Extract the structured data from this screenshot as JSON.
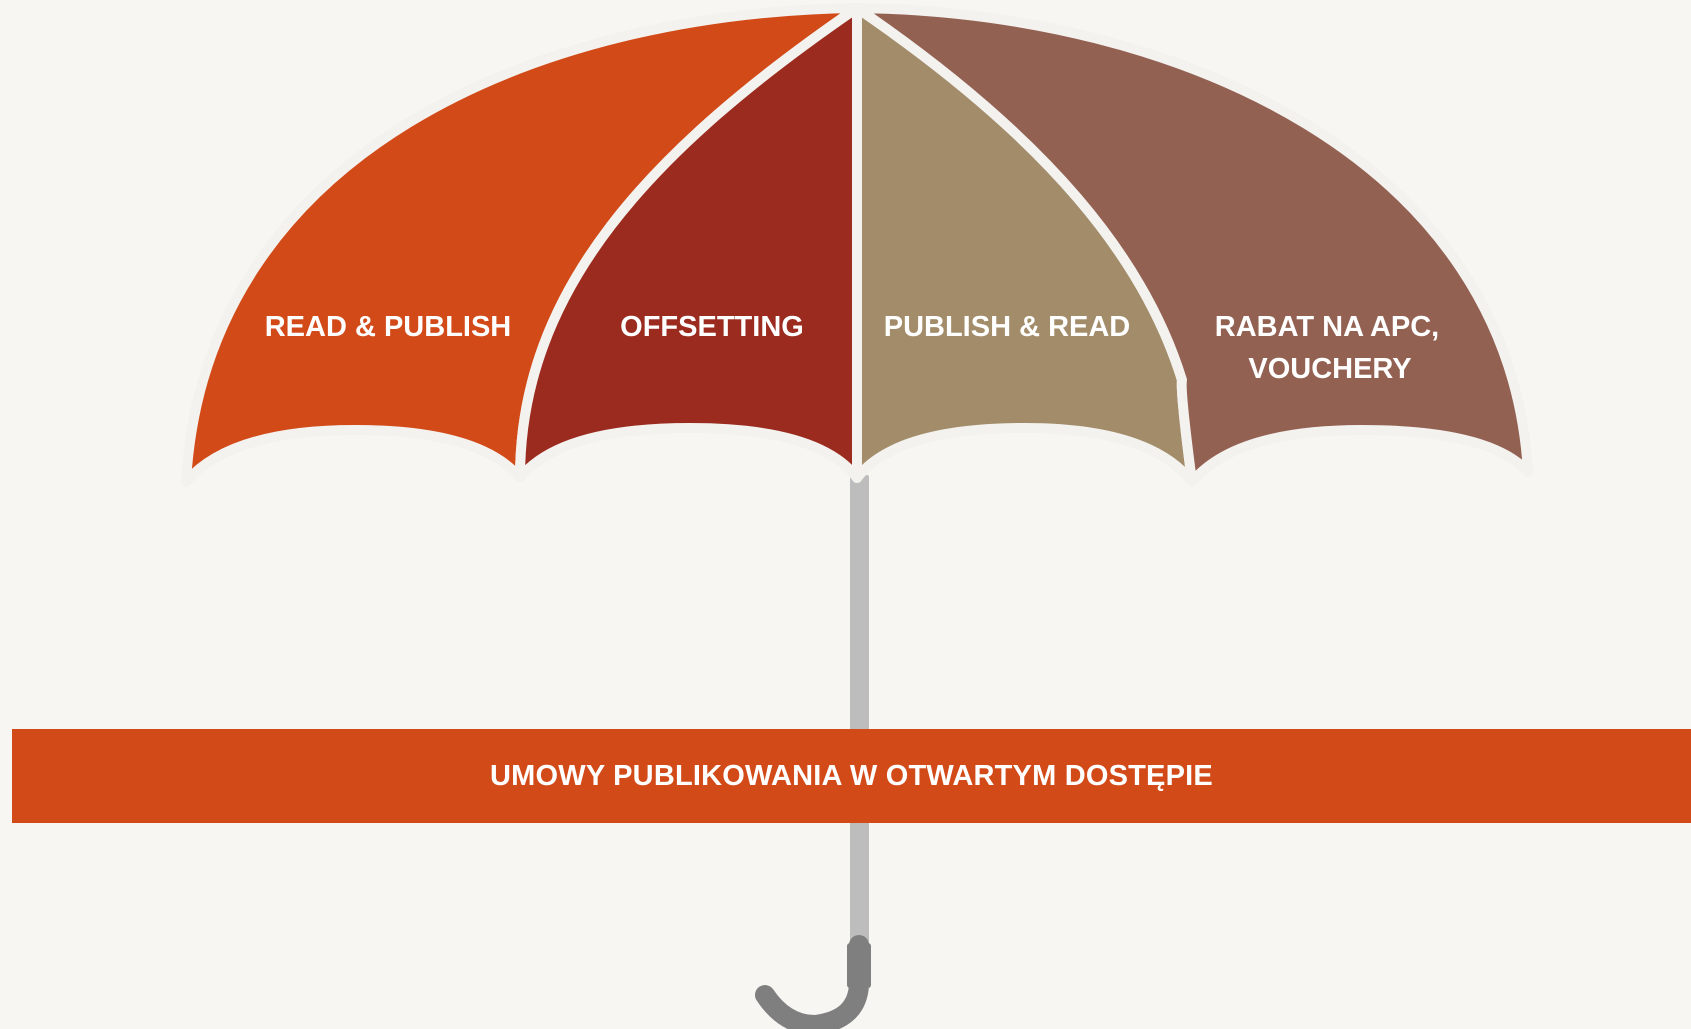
{
  "colors": {
    "background": "#f7f6f2",
    "canopy_separator": "#f3f2ef",
    "shaft": "#bdbdbd",
    "handle": "#7f7f7f",
    "banner": "#d24a18"
  },
  "umbrella": {
    "segments": [
      {
        "label": "READ & PUBLISH",
        "color": "#d24a18"
      },
      {
        "label": "OFFSETTING",
        "color": "#9a2b1e"
      },
      {
        "label": "PUBLISH & READ",
        "color": "#a38c6a"
      },
      {
        "label": "RABAT NA APC,",
        "label_line2": "VOUCHERY",
        "color": "#936152"
      }
    ]
  },
  "banner": {
    "label": "UMOWY PUBLIKOWANIA W OTWARTYM DOSTĘPIE"
  }
}
